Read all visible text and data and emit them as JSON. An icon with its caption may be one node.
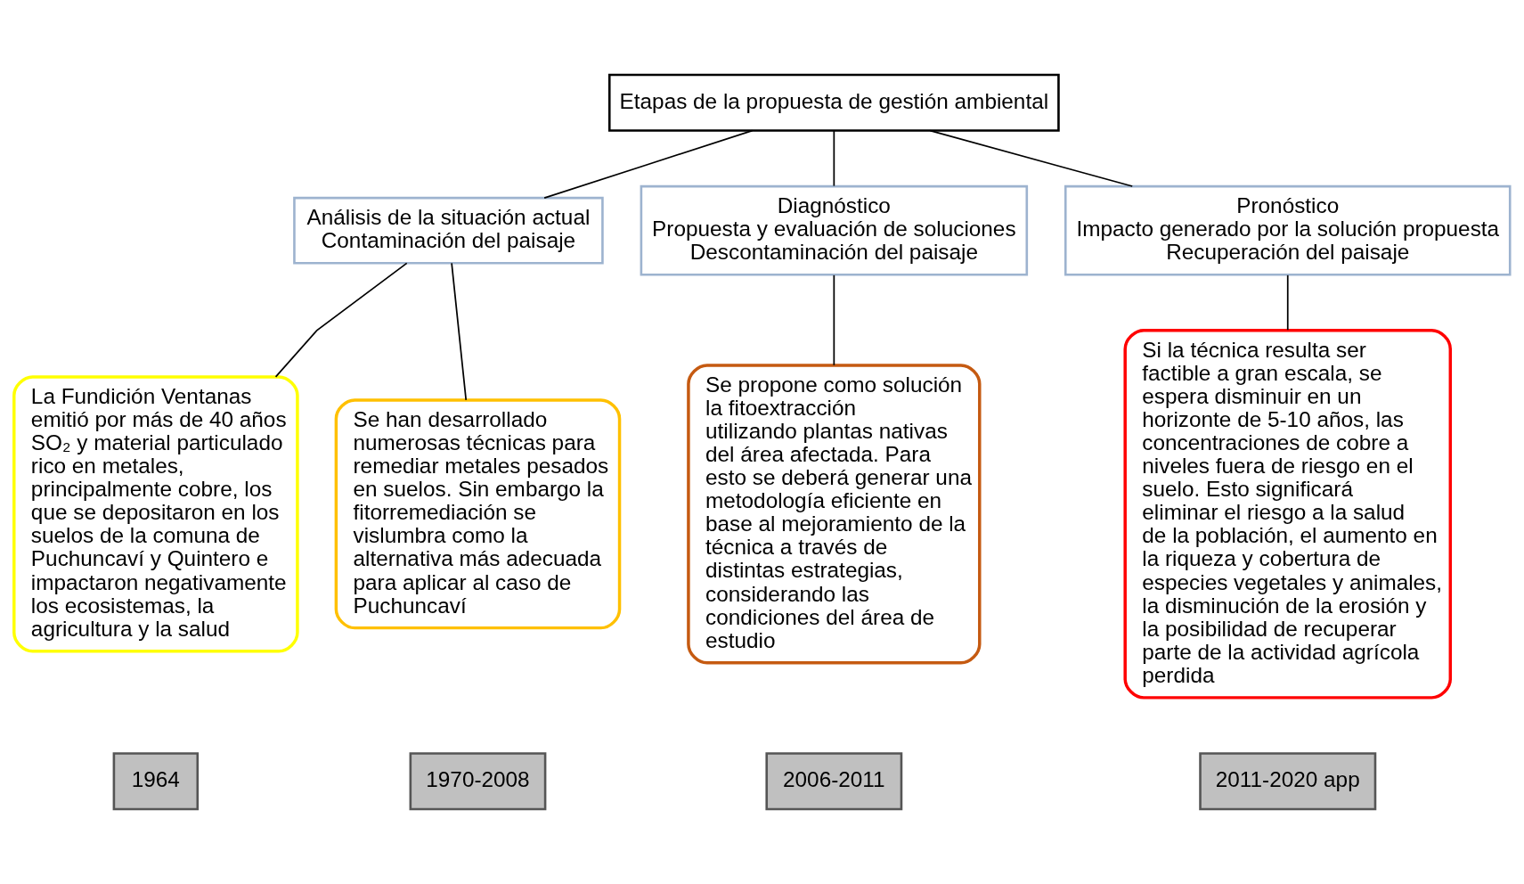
{
  "diagram": {
    "nodes": [
      {
        "text": [
          "Etapas de la propuesta de gestión ambiental"
        ]
      },
      {
        "text": [
          "Análisis de la situación actual",
          "Contaminación del paisaje"
        ]
      },
      {
        "text": [
          "Diagnóstico",
          "Propuesta y evaluación de soluciones",
          "Descontaminación del paisaje"
        ]
      },
      {
        "text": [
          "Pronóstico",
          "Impacto generado por la solución propuesta",
          "Recuperación del paisaje"
        ]
      },
      {
        "text": [
          "La Fundición Ventanas emitió por más de 40 años SO₂ y material particulado rico en metales, principalmente cobre, los que se depositaron en los suelos de la comuna de Puchuncaví y Quintero e impactaron negativamente los ecosistemas, la agricultura y la salud"
        ]
      },
      {
        "text": [
          "Se han desarrollado numerosas técnicas para remediar metales pesados en suelos. Sin embargo la fitorremediación se vislumbra como la alternativa más adecuada para aplicar al caso de Puchuncaví"
        ]
      },
      {
        "text": [
          "Se propone como solución la fitoextracción utilizando plantas nativas del área afectada. Para esto se deberá generar una metodología eficiente en base al mejoramiento de la técnica a través de distintas estrategias, considerando las condiciones del área de estudio"
        ]
      },
      {
        "text": [
          "Si la técnica resulta ser factible a gran escala, se espera disminuir en un horizonte de 5-10 años, las concentraciones de cobre a niveles fuera de riesgo en el suelo. Esto significará eliminar el riesgo a la salud de la población, el aumento en la riqueza y cobertura de especies vegetales y animales, la disminución de la erosión y la posibilidad de recuperar parte de la actividad agrícola perdida"
        ]
      },
      {
        "text": [
          "1964"
        ]
      },
      {
        "text": [
          "1970-2008"
        ]
      },
      {
        "text": [
          "2006-2011"
        ]
      },
      {
        "text": [
          "2011-2020 app"
        ]
      }
    ],
    "edges": [
      {
        "from": 0,
        "to": 1,
        "arrow": "none"
      },
      {
        "from": 0,
        "to": 2,
        "arrow": "none"
      },
      {
        "from": 0,
        "to": 3,
        "arrow": "none"
      },
      {
        "from": 1,
        "to": 4,
        "arrow": "none"
      },
      {
        "from": 1,
        "to": 5,
        "arrow": "none"
      },
      {
        "from": 2,
        "to": 6,
        "arrow": "none"
      },
      {
        "from": 3,
        "to": 7,
        "arrow": "none"
      }
    ]
  }
}
